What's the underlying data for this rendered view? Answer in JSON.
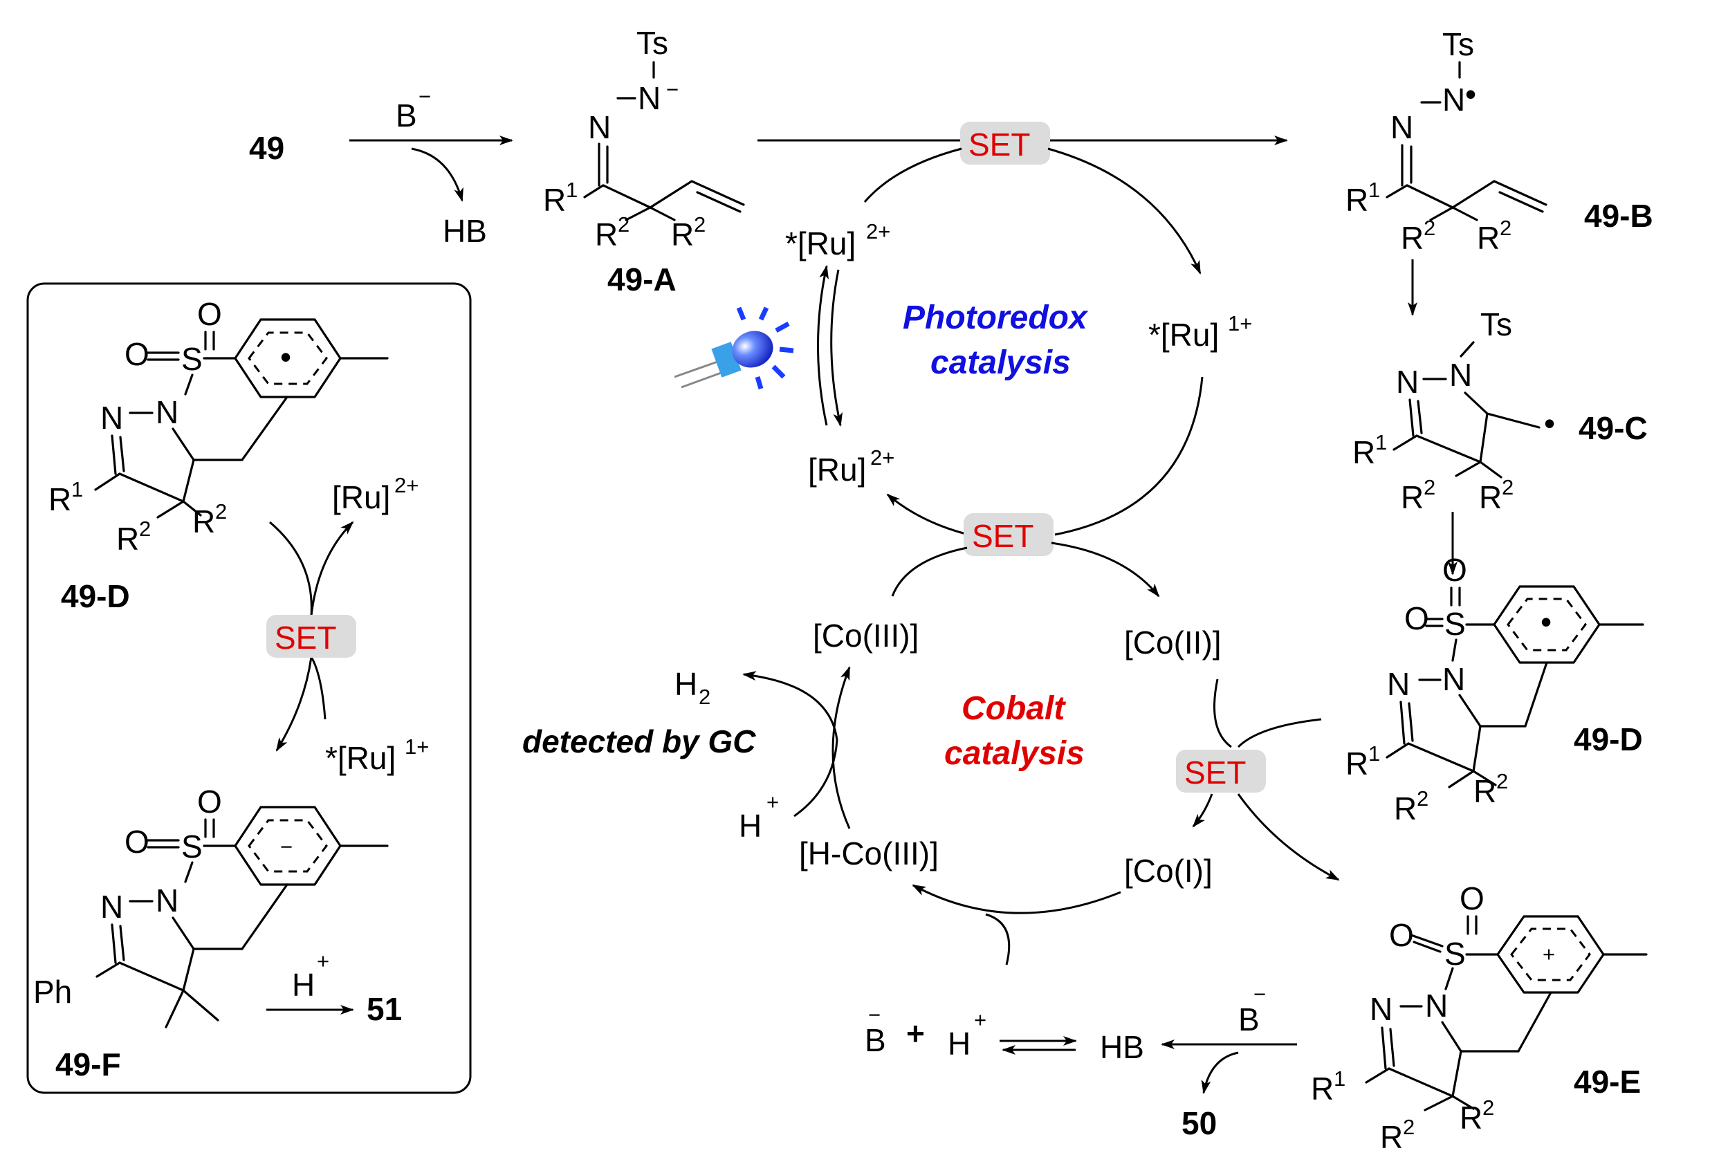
{
  "compounds": {
    "c49": "49",
    "c49A": "49-A",
    "c49B": "49-B",
    "c49C": "49-C",
    "c49D": "49-D",
    "c49E": "49-E",
    "c49F": "49-F",
    "c50": "50",
    "c51": "51"
  },
  "reagents": {
    "base": "B",
    "base_charge": "−",
    "acid_HB": "HB",
    "proton": "H",
    "proton_charge": "+",
    "plus_sign": "+",
    "h2": "H",
    "h2_sub": "2"
  },
  "cycles": {
    "photoredox_line1": "Photoredox",
    "photoredox_line2": "catalysis",
    "cobalt_line1": "Cobalt",
    "cobalt_line2": "catalysis",
    "detected": "detected by GC"
  },
  "species": {
    "ru_excited_2": "*[Ru]",
    "ru_excited_2_charge": "2+",
    "ru_excited_1": "*[Ru]",
    "ru_excited_1_charge": "1+",
    "ru_ground": "[Ru]",
    "ru_ground_charge": "2+",
    "co3": "[Co(III)]",
    "co2": "[Co(II)]",
    "co1": "[Co(I)]",
    "hco3": "[H-Co(III)]"
  },
  "set_label": "SET",
  "atoms": {
    "ts": "Ts",
    "n": "N",
    "o": "O",
    "s": "S",
    "r": "R",
    "one": "1",
    "two": "2",
    "ph": "Ph",
    "minus": "−",
    "plus": "+",
    "dot": "•"
  },
  "colors": {
    "set_box": "#dcdcdc",
    "set_text": "#e00000",
    "photoredox": "#1010e0",
    "cobalt": "#e00000",
    "led": "#1a3cff"
  }
}
